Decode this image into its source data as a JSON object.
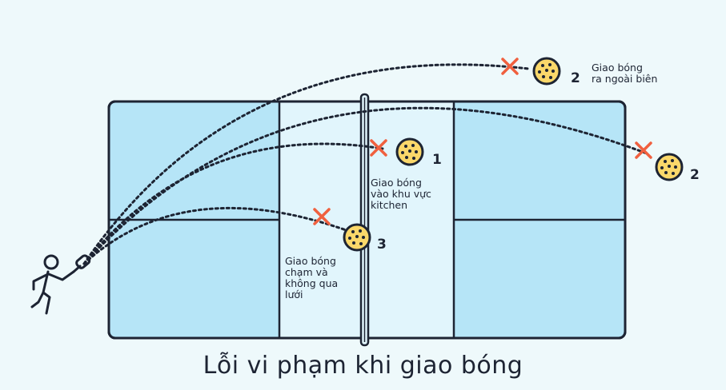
{
  "title": "Lỗi vi phạm khi giao bóng",
  "faults": [
    {
      "number": "1",
      "label": "Giao bóng\nvào khu vực\nkitchen"
    },
    {
      "number": "2",
      "label": "Giao bóng\nra ngoài biên"
    },
    {
      "number": "2",
      "label": ""
    },
    {
      "number": "3",
      "label": "Giao bóng\nchạm và\nkhông qua\nlưới"
    }
  ],
  "icons": [
    "player-icon",
    "ball-icon",
    "fault-x-icon",
    "net"
  ],
  "colors": {
    "background": "#eef9fb",
    "court": "#b6e5f7",
    "kitchen": "#e1f5fc",
    "line": "#1d2433",
    "fault_mark": "#f0603f",
    "ball": "#fbd86a"
  }
}
